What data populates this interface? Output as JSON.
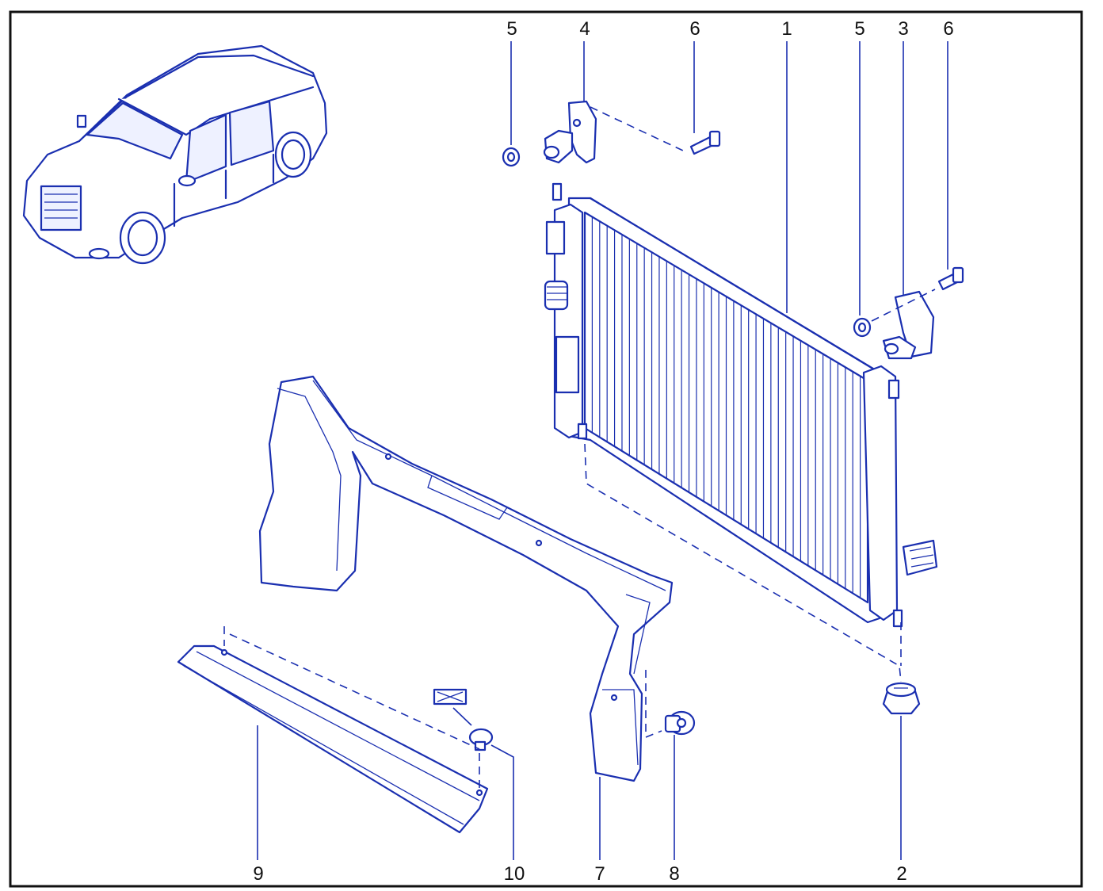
{
  "callouts": {
    "c1": "1",
    "c2": "2",
    "c3": "3",
    "c4": "4",
    "c5a": "5",
    "c5b": "5",
    "c6a": "6",
    "c6b": "6",
    "c7": "7",
    "c8": "8",
    "c9": "9",
    "c10": "10"
  },
  "colors": {
    "line_art": "#1a2fb0",
    "frame": "#111111",
    "background": "#ffffff"
  },
  "icons": {
    "vehicle": "sedan-car-icon",
    "radiator": "radiator-icon"
  }
}
